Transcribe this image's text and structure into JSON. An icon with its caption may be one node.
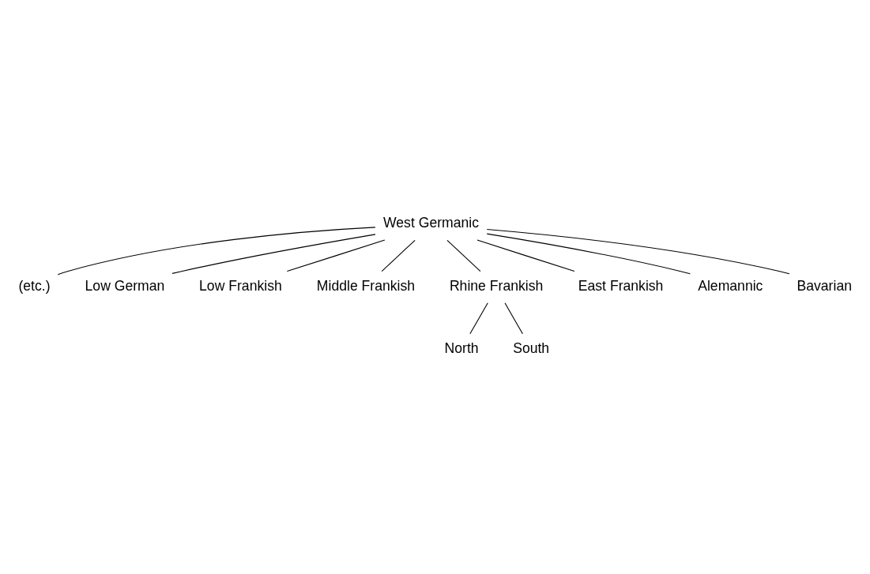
{
  "diagram": {
    "nodes": [
      {
        "text": [
          "West Germanic"
        ]
      },
      {
        "text": [
          "(etc.)"
        ]
      },
      {
        "text": [
          "Low German"
        ]
      },
      {
        "text": [
          "Low Frankish"
        ]
      },
      {
        "text": [
          "Middle Frankish"
        ]
      },
      {
        "text": [
          "Rhine Frankish"
        ]
      },
      {
        "text": [
          "North"
        ]
      },
      {
        "text": [
          "South"
        ]
      },
      {
        "text": [
          "East Frankish"
        ]
      },
      {
        "text": [
          "Alemannic"
        ]
      },
      {
        "text": [
          "Bavarian"
        ]
      }
    ],
    "edges": [
      {
        "from": 0,
        "to": 1,
        "arrow": "none"
      },
      {
        "from": 0,
        "to": 2,
        "arrow": "none"
      },
      {
        "from": 0,
        "to": 3,
        "arrow": "none"
      },
      {
        "from": 0,
        "to": 4,
        "arrow": "none"
      },
      {
        "from": 0,
        "to": 5,
        "arrow": "none"
      },
      {
        "from": 0,
        "to": 8,
        "arrow": "none"
      },
      {
        "from": 0,
        "to": 9,
        "arrow": "none"
      },
      {
        "from": 0,
        "to": 10,
        "arrow": "none"
      },
      {
        "from": 5,
        "to": 6,
        "arrow": "none"
      },
      {
        "from": 5,
        "to": 7,
        "arrow": "none"
      }
    ]
  }
}
